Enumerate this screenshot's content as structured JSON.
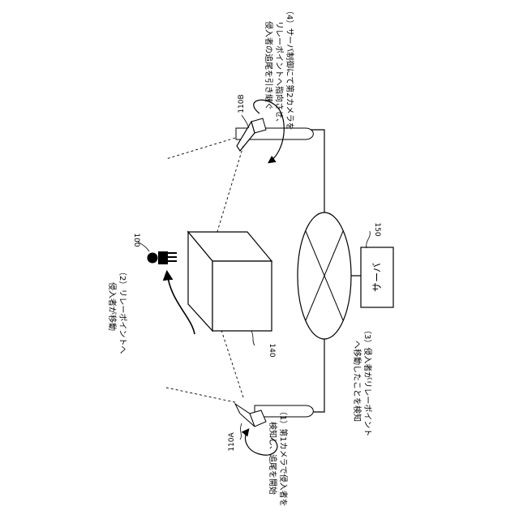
{
  "figure": {
    "labels": {
      "person": "100",
      "building": "140",
      "camera_a": "110A",
      "camera_b": "110B",
      "server_ref": "150",
      "server_name": "サーバ"
    },
    "steps": {
      "step1_line1": "（1）第1カメラで侵入者を",
      "step1_line2": "検知し、追尾を開始",
      "step2_line1": "（2）リレーポイントへ",
      "step2_line2": "侵入者が移動",
      "step3_line1": "（3）侵入者がリレーポイント",
      "step3_line2": "へ移動したことを検知",
      "step4_line1": "（4）サーバ制御にて第2カメラを",
      "step4_line2": "リレーポイントへ指向させ、",
      "step4_line3": "侵入者の追尾を引き継ぐ"
    }
  }
}
